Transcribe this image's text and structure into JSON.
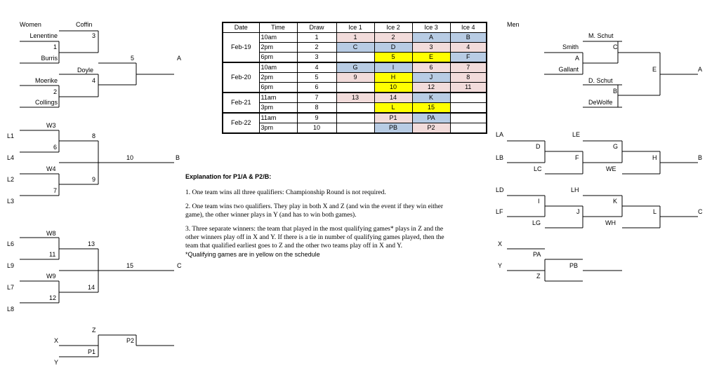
{
  "headers": {
    "women": "Women",
    "men": "Men"
  },
  "women_bracket": {
    "coffin": "Coffin",
    "lenentine": "Lenentine",
    "game1": "1",
    "burris": "Burris",
    "game3": "3",
    "game5": "5",
    "out_a": "A",
    "doyle": "Doyle",
    "moerike": "Moerike",
    "game2": "2",
    "collings": "Collings",
    "game4": "4",
    "w3": "W3",
    "l1": "L1",
    "game8": "8",
    "game6": "6",
    "l4": "L4",
    "game10": "10",
    "out_b": "B",
    "w4": "W4",
    "l2": "L2",
    "game9": "9",
    "game7": "7",
    "l3": "L3",
    "w8": "W8",
    "l6": "L6",
    "game13": "13",
    "game11": "11",
    "l9": "L9",
    "game15": "15",
    "out_c": "C",
    "w9": "W9",
    "l7": "L7",
    "game14": "14",
    "game12": "12",
    "l8": "L8",
    "z": "Z",
    "x": "X",
    "p2": "P2",
    "p1": "P1",
    "y": "Y"
  },
  "men_bracket": {
    "m_schut": "M. Schut",
    "smith": "Smith",
    "game_c": "C",
    "game_a": "A",
    "gallant": "Gallant",
    "game_e": "E",
    "out_a": "A",
    "d_schut": "D. Schut",
    "game_b": "B",
    "dewolfe": "DeWolfe",
    "la": "LA",
    "le": "LE",
    "game_d": "D",
    "game_g": "G",
    "lb": "LB",
    "game_f": "F",
    "game_h": "H",
    "out_b": "B",
    "lc": "LC",
    "we": "WE",
    "ld": "LD",
    "lh": "LH",
    "game_k": "K",
    "game_i": "I",
    "lf": "LF",
    "game_j": "J",
    "game_l": "L",
    "out_c": "C",
    "lg": "LG",
    "wh": "WH",
    "x": "X",
    "pa": "PA",
    "y": "Y",
    "pb": "PB",
    "z": "Z"
  },
  "schedule": {
    "columns": [
      "Date",
      "Time",
      "Draw",
      "Ice 1",
      "Ice 2",
      "Ice 3",
      "Ice 4"
    ],
    "colors": {
      "pink": "#f2dcdb",
      "blue": "#b8cce4",
      "yellow": "#ffff00",
      "white": "#ffffff"
    },
    "rows": [
      {
        "date": "Feb-19",
        "span": 3,
        "time": "10am",
        "draw": "1",
        "ice": [
          {
            "v": "1",
            "c": "pink"
          },
          {
            "v": "2",
            "c": "pink"
          },
          {
            "v": "A",
            "c": "blue"
          },
          {
            "v": "B",
            "c": "blue"
          }
        ]
      },
      {
        "time": "2pm",
        "draw": "2",
        "ice": [
          {
            "v": "C",
            "c": "blue"
          },
          {
            "v": "D",
            "c": "blue"
          },
          {
            "v": "3",
            "c": "pink"
          },
          {
            "v": "4",
            "c": "pink"
          }
        ]
      },
      {
        "time": "6pm",
        "draw": "3",
        "end": true,
        "ice": [
          {
            "v": "",
            "c": "white"
          },
          {
            "v": "5",
            "c": "yellow"
          },
          {
            "v": "E",
            "c": "yellow"
          },
          {
            "v": "F",
            "c": "blue"
          }
        ]
      },
      {
        "date": "Feb-20",
        "span": 3,
        "time": "10am",
        "draw": "4",
        "ice": [
          {
            "v": "G",
            "c": "blue"
          },
          {
            "v": "I",
            "c": "blue"
          },
          {
            "v": "6",
            "c": "pink"
          },
          {
            "v": "7",
            "c": "pink"
          }
        ]
      },
      {
        "time": "2pm",
        "draw": "5",
        "ice": [
          {
            "v": "9",
            "c": "pink"
          },
          {
            "v": "H",
            "c": "yellow"
          },
          {
            "v": "J",
            "c": "blue"
          },
          {
            "v": "8",
            "c": "pink"
          }
        ]
      },
      {
        "time": "6pm",
        "draw": "6",
        "end": true,
        "ice": [
          {
            "v": "",
            "c": "white"
          },
          {
            "v": "10",
            "c": "yellow"
          },
          {
            "v": "12",
            "c": "pink"
          },
          {
            "v": "11",
            "c": "pink"
          }
        ]
      },
      {
        "date": "Feb-21",
        "span": 2,
        "time": "11am",
        "draw": "7",
        "ice": [
          {
            "v": "13",
            "c": "pink"
          },
          {
            "v": "14",
            "c": "pink"
          },
          {
            "v": "K",
            "c": "blue"
          },
          {
            "v": "",
            "c": "white"
          }
        ]
      },
      {
        "time": "3pm",
        "draw": "8",
        "end": true,
        "ice": [
          {
            "v": "",
            "c": "white"
          },
          {
            "v": "L",
            "c": "yellow"
          },
          {
            "v": "15",
            "c": "yellow"
          },
          {
            "v": "",
            "c": "white"
          }
        ]
      },
      {
        "date": "Feb-22",
        "span": 2,
        "time": "11am",
        "draw": "9",
        "ice": [
          {
            "v": "",
            "c": "white"
          },
          {
            "v": "P1",
            "c": "pink"
          },
          {
            "v": "PA",
            "c": "blue"
          },
          {
            "v": "",
            "c": "white"
          }
        ]
      },
      {
        "time": "3pm",
        "draw": "10",
        "end": true,
        "ice": [
          {
            "v": "",
            "c": "white"
          },
          {
            "v": "PB",
            "c": "blue"
          },
          {
            "v": "P2",
            "c": "pink"
          },
          {
            "v": "",
            "c": "white"
          }
        ]
      }
    ]
  },
  "explanation": {
    "title": "Explanation for P1/A & P2/B:",
    "p1": "1. One team wins all three qualifiers: Championship Round is not required.",
    "p2": "2. One team wins two qualifiers. They play in both X and Z (and win the event if they win either game), the other winner plays in Y (and has to win both games).",
    "p3": "3. Three separate winners: the team that played in the most qualifying games* plays in Z and the other winners play off in X and Y. If there is a tie in number of qualifying games played, then the team that qualified earliest goes to Z and the other two teams play off in X and Y.",
    "note": "*Qualifying games are in yellow on the schedule"
  }
}
